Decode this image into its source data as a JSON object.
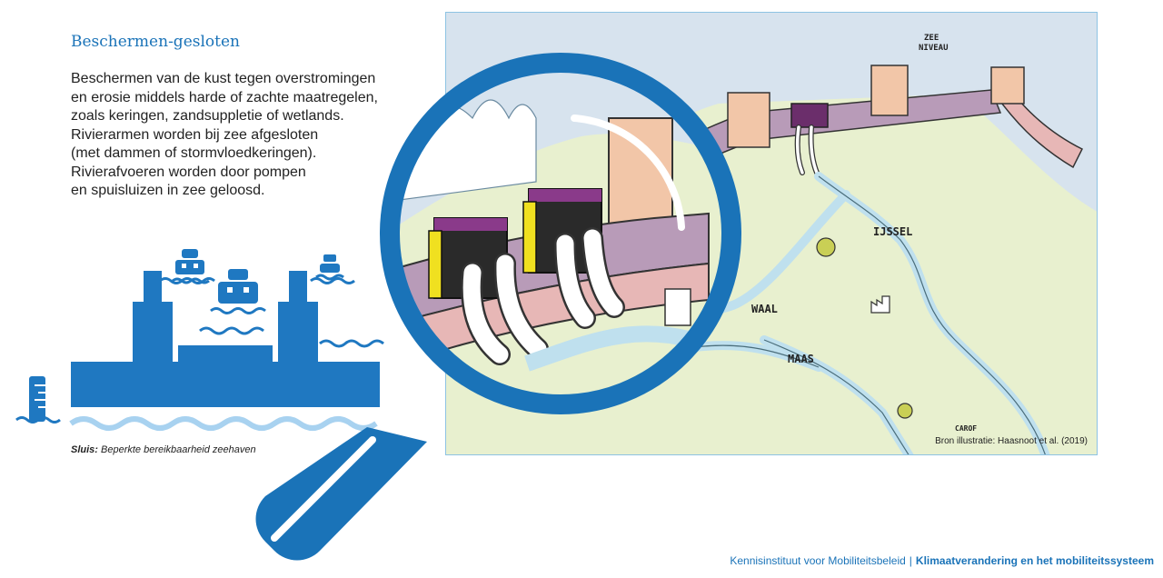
{
  "title": "Beschermen-gesloten",
  "intro_lines": [
    "Beschermen van de kust tegen overstromingen",
    "en erosie middels harde of zachte maatregelen,",
    "zoals keringen, zandsuppletie of wetlands.",
    "Rivierarmen worden bij zee afgesloten",
    "(met dammen of stormvloedkeringen).",
    "Rivierafvoeren worden door pompen",
    "en spuisluizen in zee geloosd."
  ],
  "caption": {
    "bold": "Sluis:",
    "text": " Beperkte bereikbaarheid zeehaven"
  },
  "illustration": {
    "sea_level_label": "ZEE\nNIVEAU",
    "river_labels": {
      "ijssel": "IJSSEL",
      "waal": "WAAL",
      "maas": "MAAS"
    },
    "artist_signature": "CAROF",
    "source": "Bron illustratie: Haasnoot et al. (2019)"
  },
  "footer": {
    "institute": "Kennisinstituut voor Mobiliteitsbeleid",
    "separator": "|",
    "report": "Klimaatverandering en het mobiliteitssysteem"
  },
  "colors": {
    "brand_blue": "#1a73b8",
    "icon_blue": "#1f78c1",
    "wave_light": "#a8d2f0",
    "dike_pink": "#e7b7b6",
    "wall_purple": "#b89bb8",
    "sea": "#d7e3ee",
    "land": "#e8f0cf",
    "river": "#bfe0ee"
  },
  "icons": [
    "lock-gate-icon",
    "ship-icon",
    "water-level-gauge-icon",
    "wave-icon",
    "magnifier-icon",
    "pump-icon",
    "tree-icon",
    "factory-icon"
  ]
}
